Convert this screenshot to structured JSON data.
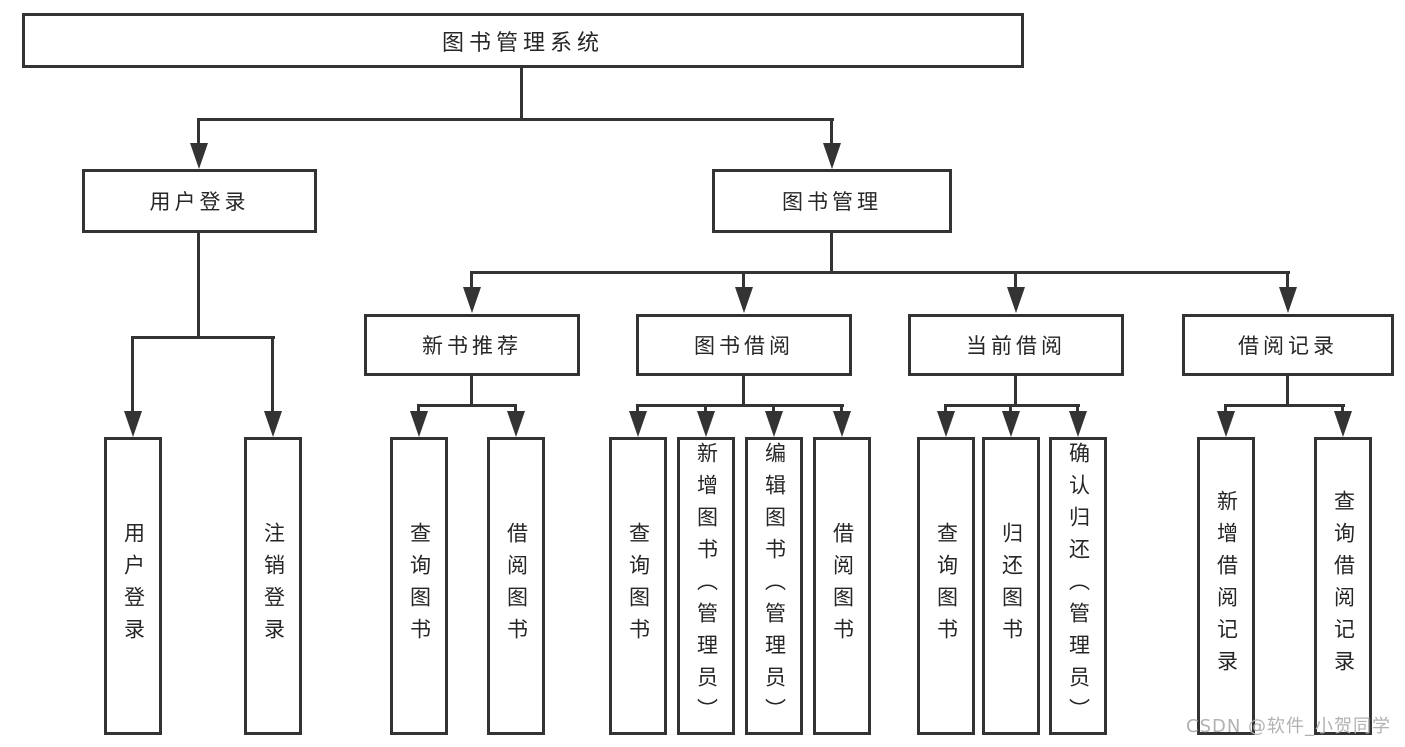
{
  "tree": {
    "root": {
      "label": "图书管理系统"
    },
    "level2": [
      {
        "label": "用户登录",
        "children": [
          {
            "label": "用户登录"
          },
          {
            "label": "注销登录"
          }
        ]
      },
      {
        "label": "图书管理",
        "children": [
          {
            "label": "新书推荐",
            "children": [
              {
                "label": "查询图书"
              },
              {
                "label": "借阅图书"
              }
            ]
          },
          {
            "label": "图书借阅",
            "children": [
              {
                "label": "查询图书"
              },
              {
                "label": "新增图书（管理员）"
              },
              {
                "label": "编辑图书（管理员）"
              },
              {
                "label": "借阅图书"
              }
            ]
          },
          {
            "label": "当前借阅",
            "children": [
              {
                "label": "查询图书"
              },
              {
                "label": "归还图书"
              },
              {
                "label": "确认归还（管理员）"
              }
            ]
          },
          {
            "label": "借阅记录",
            "children": [
              {
                "label": "新增借阅记录"
              },
              {
                "label": "查询借阅记录"
              }
            ]
          }
        ]
      }
    ]
  },
  "watermark": "CSDN @软件_小贺同学",
  "colors": {
    "line": "#333333",
    "text": "#262626",
    "background": "#ffffff",
    "watermark": "#b2b2b2"
  }
}
